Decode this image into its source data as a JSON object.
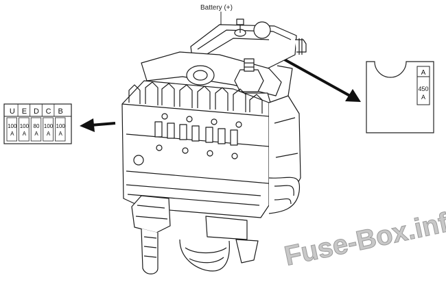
{
  "battery_label": "Battery (+)",
  "left_table": {
    "headers": [
      "U",
      "E",
      "D",
      "C",
      "B"
    ],
    "amps_top": [
      "100",
      "100",
      "80",
      "100",
      "100"
    ],
    "amps_unit": [
      "A",
      "A",
      "A",
      "A",
      "A"
    ]
  },
  "right_detail": {
    "header": "A",
    "amps_top": "450",
    "amps_unit": "A"
  },
  "watermark": "Fuse-Box.info",
  "colors": {
    "line": "#1a1a1a",
    "watermark": "#c8c8c8",
    "background": "#ffffff"
  }
}
